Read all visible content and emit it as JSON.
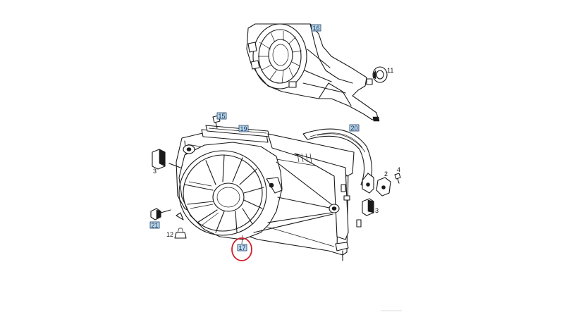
{
  "labels": {
    "p2": "2",
    "p3a": "3",
    "p3b": "3",
    "p4": "4",
    "p11": "11",
    "p12": "12",
    "p15": "15",
    "p16": "16",
    "p17": "17",
    "p19": "19",
    "p20": "20",
    "p21": "21"
  },
  "colors": {
    "line": "#1a1a1a",
    "label_box_fill": "#bcd8ea",
    "label_box_border": "#1d3d66",
    "highlight": "#d0202a"
  },
  "highlight_label": "17"
}
